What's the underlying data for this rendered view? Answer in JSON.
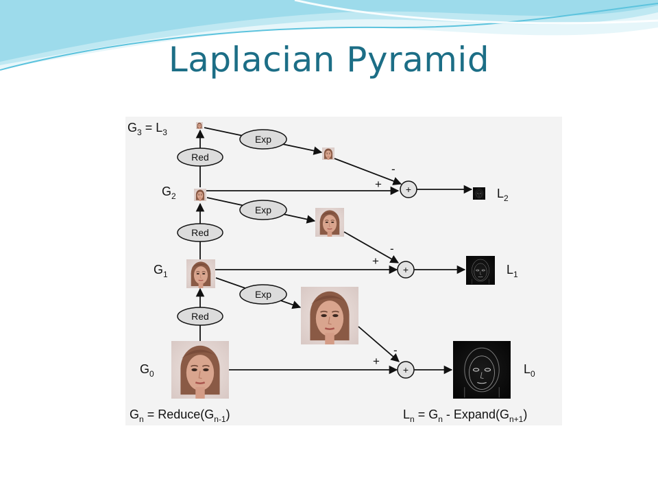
{
  "slide": {
    "title": "Laplacian Pyramid"
  },
  "diagram": {
    "gaussian_labels": [
      {
        "main": "G",
        "sub": "3",
        "suffix": " = L",
        "suffix_sub": "3"
      },
      {
        "main": "G",
        "sub": "2",
        "suffix": "",
        "suffix_sub": ""
      },
      {
        "main": "G",
        "sub": "1",
        "suffix": "",
        "suffix_sub": ""
      },
      {
        "main": "G",
        "sub": "0",
        "suffix": "",
        "suffix_sub": ""
      }
    ],
    "laplacian_labels": [
      {
        "main": "L",
        "sub": "2"
      },
      {
        "main": "L",
        "sub": "1"
      },
      {
        "main": "L",
        "sub": "0"
      }
    ],
    "reduce_label": "Red",
    "expand_label": "Exp",
    "plus_sign": "+",
    "minus_sign": "-",
    "sum_node_symbol": "+",
    "formula_reduce": {
      "lhs": "G",
      "lhs_sub": "n",
      "mid": " = Reduce(G",
      "mid_sub": "n-1",
      "end": ")"
    },
    "formula_laplacian": {
      "lhs": "L",
      "lhs_sub": "n",
      "mid": " = G",
      "mid_sub": "n",
      "mid2": " - Expand(G",
      "mid2_sub": "n+1",
      "end": ")"
    }
  },
  "colors": {
    "title": "#1c6e86",
    "wave_dark": "#5cc3dd",
    "wave_light": "#bfe8f2",
    "face_skin": "#d9a58e",
    "face_hair": "#8a5a45",
    "face_bg": "#e8dcd8",
    "laplacian_bg": "#111111"
  }
}
